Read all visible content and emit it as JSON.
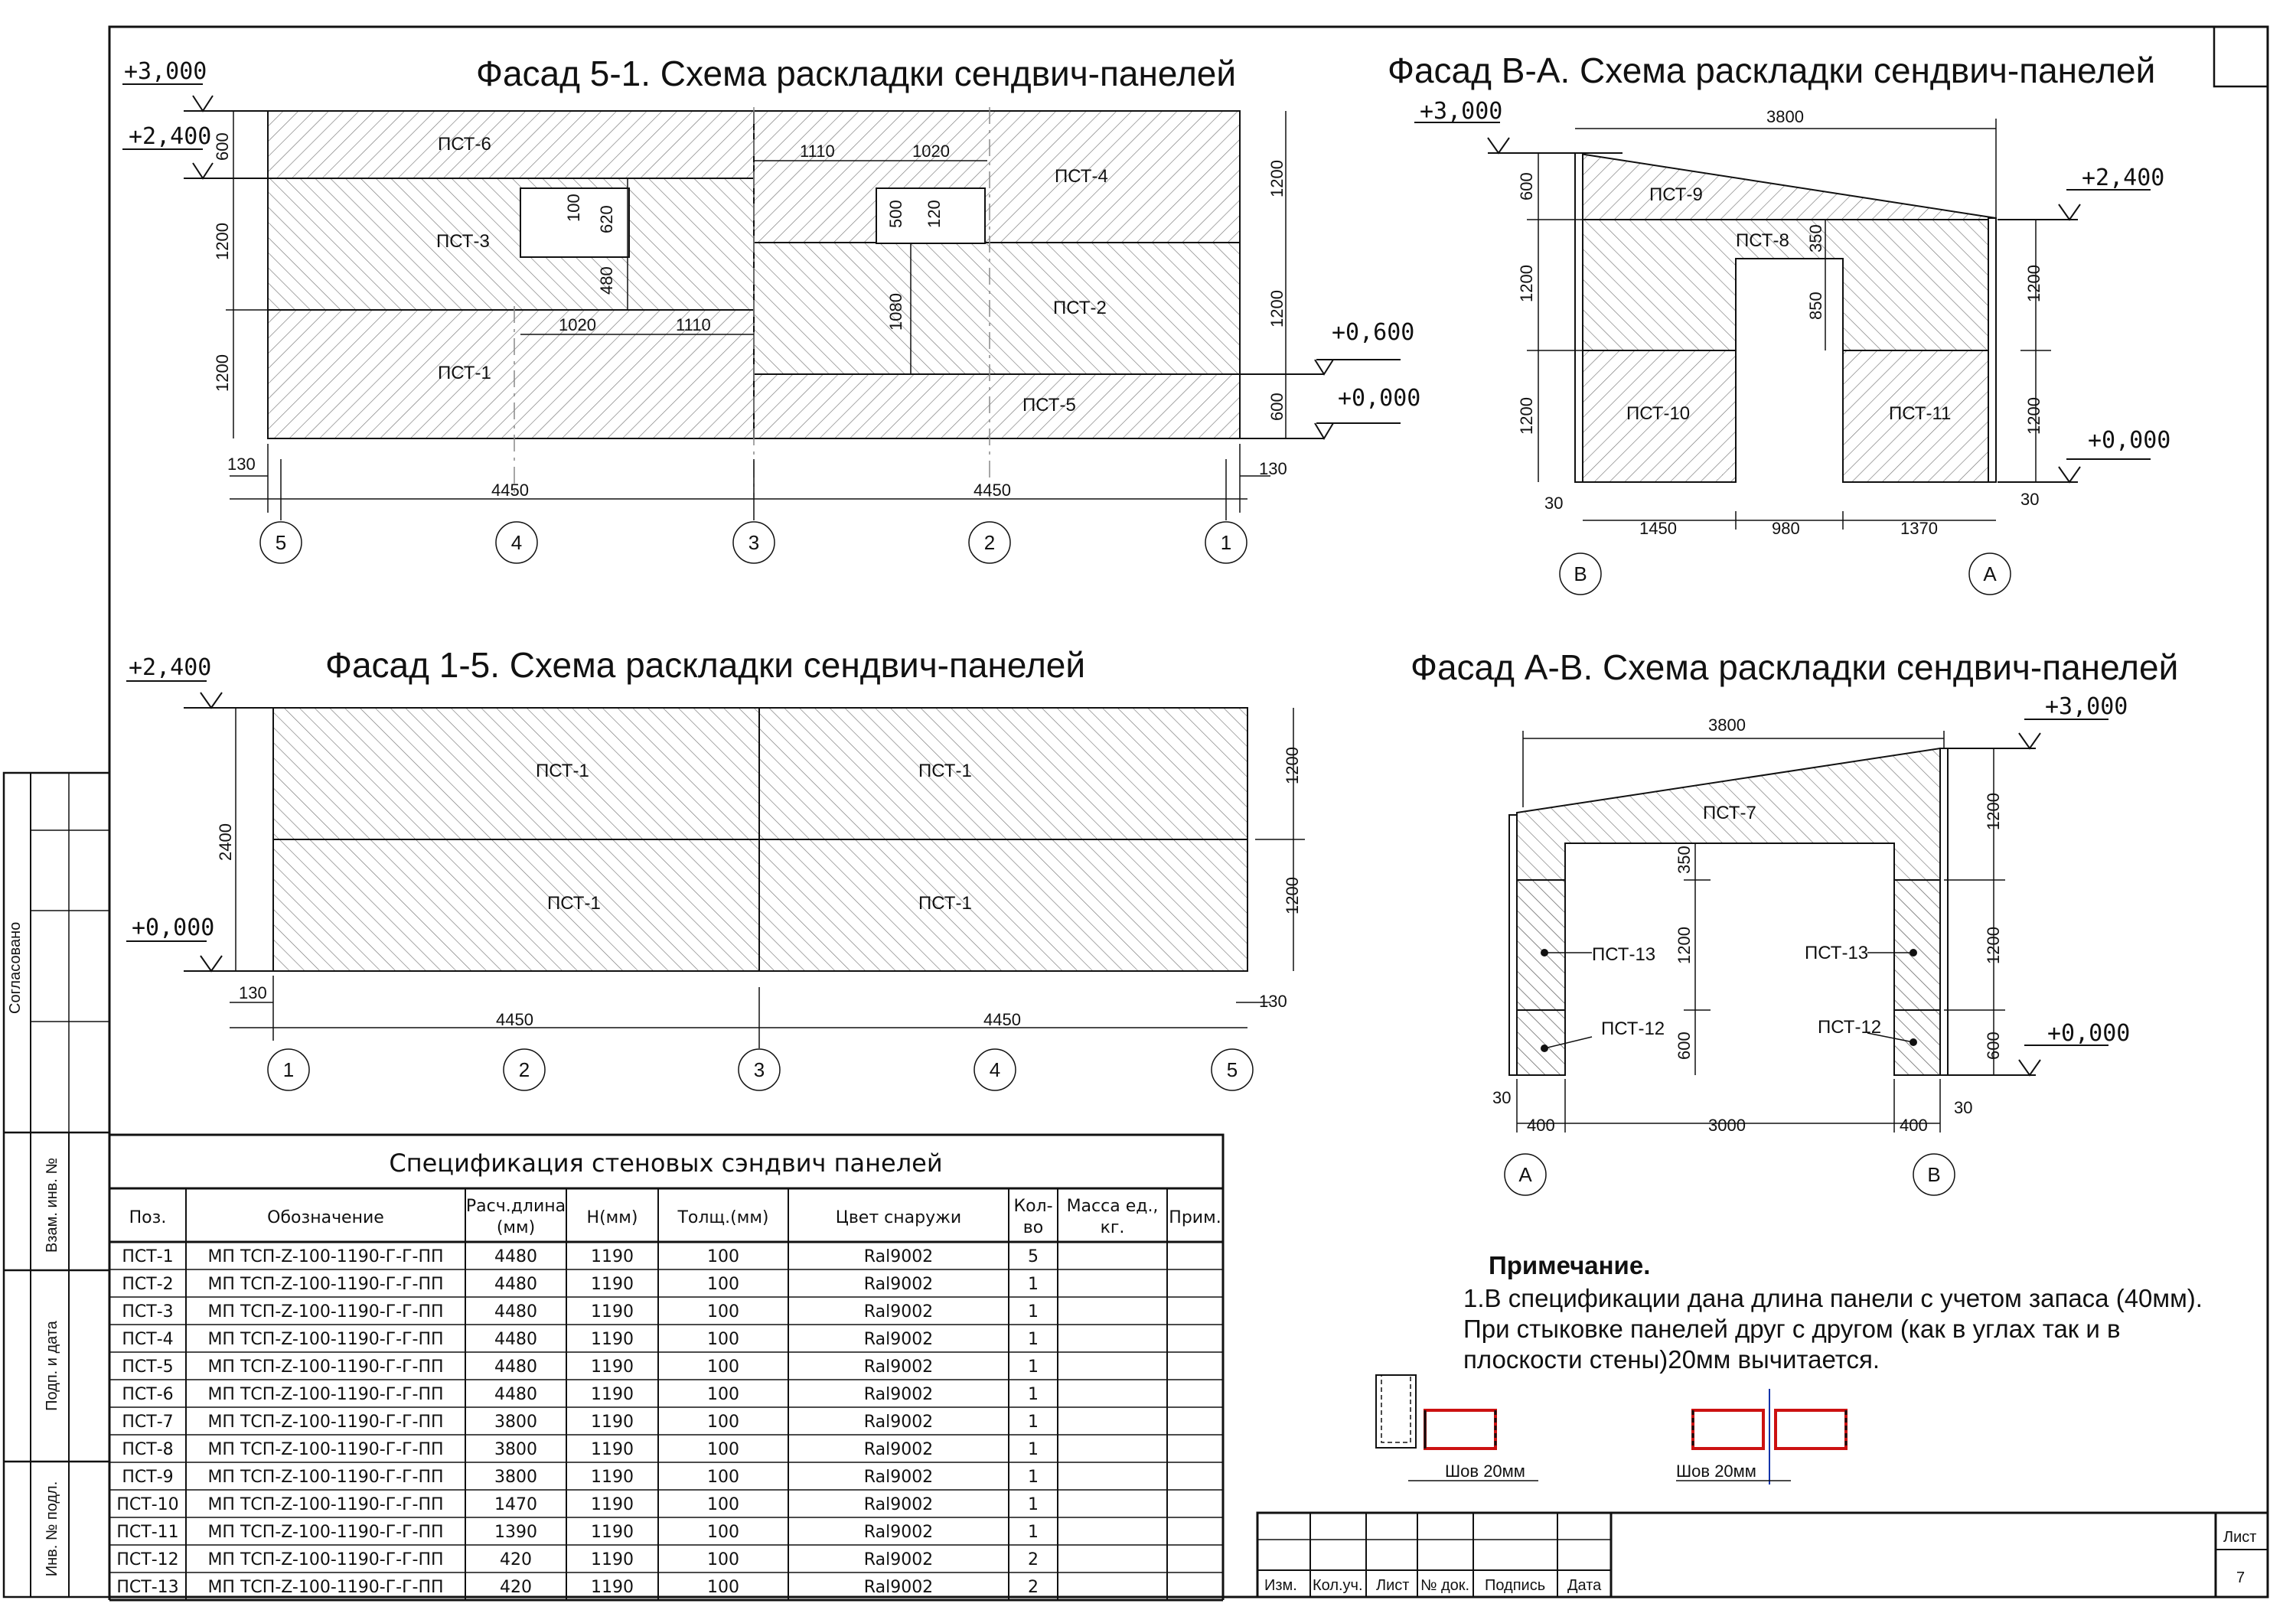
{
  "titles": {
    "f51": "Фасад 5-1. Схема раскладки сендвич-панелей",
    "fba": "Фасад В-А. Схема раскладки сендвич-панелей",
    "f15": "Фасад 1-5. Схема раскладки сендвич-панелей",
    "fab": "Фасад А-В. Схема раскладки сендвич-панелей"
  },
  "levels": {
    "p3000": "+3,000",
    "p2400": "+2,400",
    "p0600": "+0,600",
    "p0000": "+0,000"
  },
  "panels": {
    "pst1": "ПСТ-1",
    "pst2": "ПСТ-2",
    "pst3": "ПСТ-3",
    "pst4": "ПСТ-4",
    "pst5": "ПСТ-5",
    "pst6": "ПСТ-6",
    "pst7": "ПСТ-7",
    "pst8": "ПСТ-8",
    "pst9": "ПСТ-9",
    "pst10": "ПСТ-10",
    "pst11": "ПСТ-11",
    "pst12": "ПСТ-12",
    "pst13": "ПСТ-13"
  },
  "dims": {
    "d4450": "4450",
    "d130": "130",
    "d600": "600",
    "d1200": "1200",
    "d2400": "2400",
    "d1110": "1110",
    "d1020": "1020",
    "d100": "100",
    "d620": "620",
    "d480": "480",
    "d500": "500",
    "d120": "120",
    "d1080": "1080",
    "d3800": "3800",
    "d350": "350",
    "d850": "850",
    "d30": "30",
    "d1450": "1450",
    "d980": "980",
    "d1370": "1370",
    "d400": "400",
    "d3000": "3000"
  },
  "axes": {
    "a1": "1",
    "a2": "2",
    "a3": "3",
    "a4": "4",
    "a5": "5",
    "aA": "А",
    "aB": "В"
  },
  "spec": {
    "title": "Спецификация стеновых сэндвич панелей",
    "headers": [
      "Поз.",
      "Обозначение",
      "Расч.длина (мм)",
      "H(мм)",
      "Толщ.(мм)",
      "Цвет снаружи",
      "Кол-во",
      "Масса ед., кг.",
      "Прим."
    ],
    "rows": [
      [
        "ПСТ-1",
        "МП ТСП-Z-100-1190-Г-Г-ПП",
        "4480",
        "1190",
        "100",
        "Ral9002",
        "5"
      ],
      [
        "ПСТ-2",
        "МП ТСП-Z-100-1190-Г-Г-ПП",
        "4480",
        "1190",
        "100",
        "Ral9002",
        "1"
      ],
      [
        "ПСТ-3",
        "МП ТСП-Z-100-1190-Г-Г-ПП",
        "4480",
        "1190",
        "100",
        "Ral9002",
        "1"
      ],
      [
        "ПСТ-4",
        "МП ТСП-Z-100-1190-Г-Г-ПП",
        "4480",
        "1190",
        "100",
        "Ral9002",
        "1"
      ],
      [
        "ПСТ-5",
        "МП ТСП-Z-100-1190-Г-Г-ПП",
        "4480",
        "1190",
        "100",
        "Ral9002",
        "1"
      ],
      [
        "ПСТ-6",
        "МП ТСП-Z-100-1190-Г-Г-ПП",
        "4480",
        "1190",
        "100",
        "Ral9002",
        "1"
      ],
      [
        "ПСТ-7",
        "МП ТСП-Z-100-1190-Г-Г-ПП",
        "3800",
        "1190",
        "100",
        "Ral9002",
        "1"
      ],
      [
        "ПСТ-8",
        "МП ТСП-Z-100-1190-Г-Г-ПП",
        "3800",
        "1190",
        "100",
        "Ral9002",
        "1"
      ],
      [
        "ПСТ-9",
        "МП ТСП-Z-100-1190-Г-Г-ПП",
        "3800",
        "1190",
        "100",
        "Ral9002",
        "1"
      ],
      [
        "ПСТ-10",
        "МП ТСП-Z-100-1190-Г-Г-ПП",
        "1470",
        "1190",
        "100",
        "Ral9002",
        "1"
      ],
      [
        "ПСТ-11",
        "МП ТСП-Z-100-1190-Г-Г-ПП",
        "1390",
        "1190",
        "100",
        "Ral9002",
        "1"
      ],
      [
        "ПСТ-12",
        "МП ТСП-Z-100-1190-Г-Г-ПП",
        "420",
        "1190",
        "100",
        "Ral9002",
        "2"
      ],
      [
        "ПСТ-13",
        "МП ТСП-Z-100-1190-Г-Г-ПП",
        "420",
        "1190",
        "100",
        "Ral9002",
        "2"
      ]
    ]
  },
  "note": {
    "head": "Примечание.",
    "line1": "1.В спецификации дана длина панели с учетом запаса (40мм).",
    "line2": "При стыковке панелей друг с другом (как в углах так и в",
    "line3": "плоскости стены)20мм вычитается.",
    "seam": "Шов 20мм"
  },
  "stamp": {
    "izm": "Изм.",
    "kol": "Кол.уч.",
    "list": "Лист",
    "ndok": "№ док.",
    "podp": "Подпись",
    "data": "Дата",
    "sheet_label": "Лист",
    "sheet_no": "7"
  },
  "sidebar": {
    "soglas": "Согласовано",
    "vzam": "Взам. инв. №",
    "podp_data": "Подп. и дата",
    "inv": "Инв. № подл."
  },
  "colors": {
    "line": "#111111",
    "hatch": "#777777",
    "seam_red": "#cc1111",
    "seam_blue": "#1133aa"
  }
}
